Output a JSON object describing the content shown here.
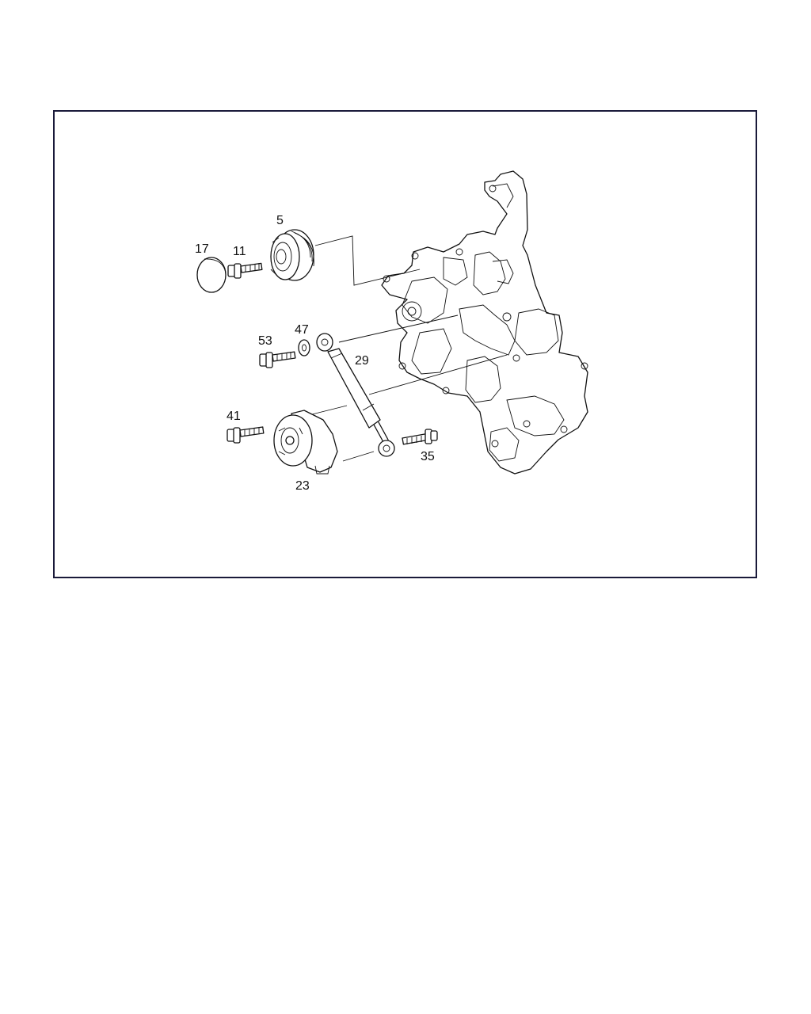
{
  "diagram": {
    "callouts": [
      {
        "id": "17",
        "label": "17"
      },
      {
        "id": "11",
        "label": "11"
      },
      {
        "id": "5",
        "label": "5"
      },
      {
        "id": "53",
        "label": "53"
      },
      {
        "id": "47",
        "label": "47"
      },
      {
        "id": "29",
        "label": "29"
      },
      {
        "id": "41",
        "label": "41"
      },
      {
        "id": "35",
        "label": "35"
      },
      {
        "id": "23",
        "label": "23"
      }
    ],
    "line_color": "#111111",
    "frame_color": "#1a1a3a"
  }
}
